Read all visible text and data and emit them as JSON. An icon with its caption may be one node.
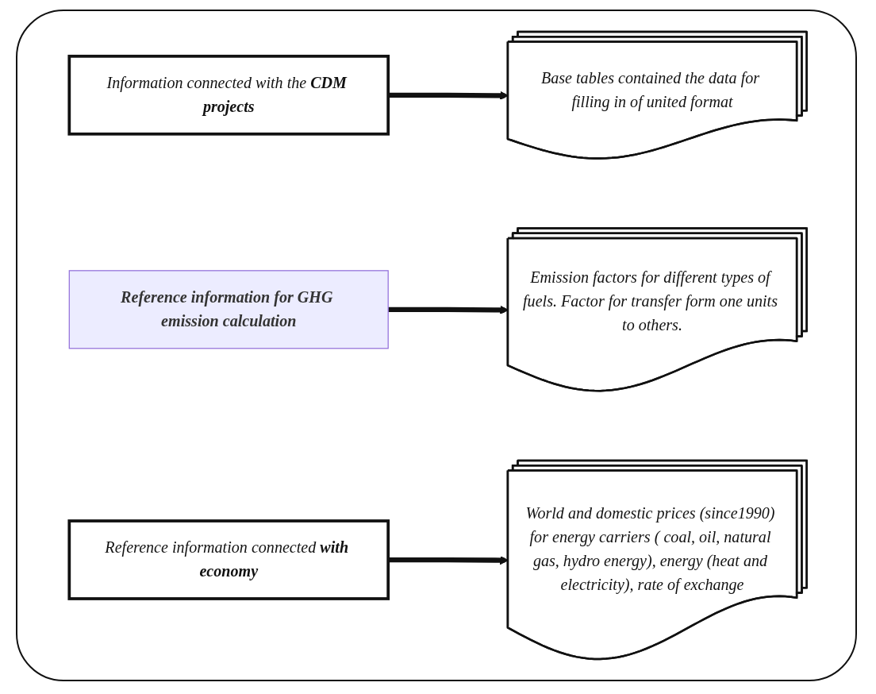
{
  "diagram": {
    "nodes": [
      {
        "text": [
          "Information connected with the **CDM projects**"
        ]
      },
      {
        "text": [
          "Base tables contained the data for filling in of united format"
        ]
      },
      {
        "text": [
          "Reference information for GHG emission calculation"
        ]
      },
      {
        "text": [
          "Emission factors for different types of fuels. Factor for transfer form one units to others."
        ]
      },
      {
        "text": [
          "Reference information connected **with economy**"
        ]
      },
      {
        "text": [
          "World and domestic prices (since1990) for energy carriers ( coal, oil, natural gas, hydro energy), energy (heat and electricity), rate of exchange"
        ]
      }
    ],
    "edges": [
      {
        "from": 0,
        "to": 1,
        "arrow": "to"
      },
      {
        "from": 2,
        "to": 3,
        "arrow": "to"
      },
      {
        "from": 4,
        "to": 5,
        "arrow": "to"
      }
    ]
  }
}
